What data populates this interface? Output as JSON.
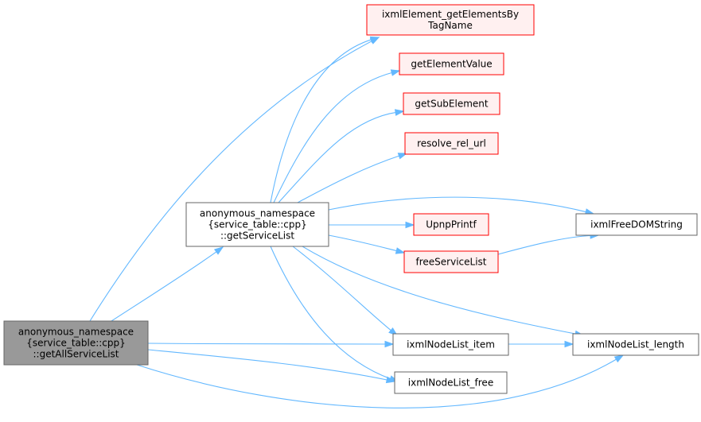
{
  "colors": {
    "edge": "#63b8ff",
    "root_fill": "#999999",
    "root_stroke": "#666666",
    "normal_fill": "#ffffff",
    "normal_stroke": "#666666",
    "external_fill": "#fff0f0",
    "external_stroke": "#ff0000"
  },
  "nodes": {
    "getAllServiceList": {
      "lines": [
        "anonymous_namespace",
        "{service_table::cpp}",
        "::getAllServiceList"
      ],
      "style": "root"
    },
    "getServiceList": {
      "lines": [
        "anonymous_namespace",
        "{service_table::cpp}",
        "::getServiceList"
      ],
      "style": "normal"
    },
    "getElementsByTagName": {
      "lines": [
        "ixmlElement_getElementsBy",
        "TagName"
      ],
      "style": "external"
    },
    "getElementValue": {
      "lines": [
        "getElementValue"
      ],
      "style": "external"
    },
    "getSubElement": {
      "lines": [
        "getSubElement"
      ],
      "style": "external"
    },
    "resolve_rel_url": {
      "lines": [
        "resolve_rel_url"
      ],
      "style": "external"
    },
    "UpnpPrintf": {
      "lines": [
        "UpnpPrintf"
      ],
      "style": "external"
    },
    "freeServiceList": {
      "lines": [
        "freeServiceList"
      ],
      "style": "external"
    },
    "ixmlFreeDOMString": {
      "lines": [
        "ixmlFreeDOMString"
      ],
      "style": "normal"
    },
    "ixmlNodeList_item": {
      "lines": [
        "ixmlNodeList_item"
      ],
      "style": "normal"
    },
    "ixmlNodeList_length": {
      "lines": [
        "ixmlNodeList_length"
      ],
      "style": "normal"
    },
    "ixmlNodeList_free": {
      "lines": [
        "ixmlNodeList_free"
      ],
      "style": "normal"
    }
  },
  "edges": [
    [
      "getAllServiceList",
      "getServiceList"
    ],
    [
      "getAllServiceList",
      "getElementsByTagName"
    ],
    [
      "getAllServiceList",
      "ixmlNodeList_item"
    ],
    [
      "getAllServiceList",
      "ixmlNodeList_free"
    ],
    [
      "getAllServiceList",
      "ixmlNodeList_length"
    ],
    [
      "getServiceList",
      "getElementsByTagName"
    ],
    [
      "getServiceList",
      "getElementValue"
    ],
    [
      "getServiceList",
      "getSubElement"
    ],
    [
      "getServiceList",
      "resolve_rel_url"
    ],
    [
      "getServiceList",
      "ixmlFreeDOMString"
    ],
    [
      "getServiceList",
      "UpnpPrintf"
    ],
    [
      "getServiceList",
      "freeServiceList"
    ],
    [
      "getServiceList",
      "ixmlNodeList_item"
    ],
    [
      "getServiceList",
      "ixmlNodeList_length"
    ],
    [
      "getServiceList",
      "ixmlNodeList_free"
    ],
    [
      "freeServiceList",
      "ixmlFreeDOMString"
    ],
    [
      "ixmlNodeList_item",
      "ixmlNodeList_length"
    ]
  ]
}
